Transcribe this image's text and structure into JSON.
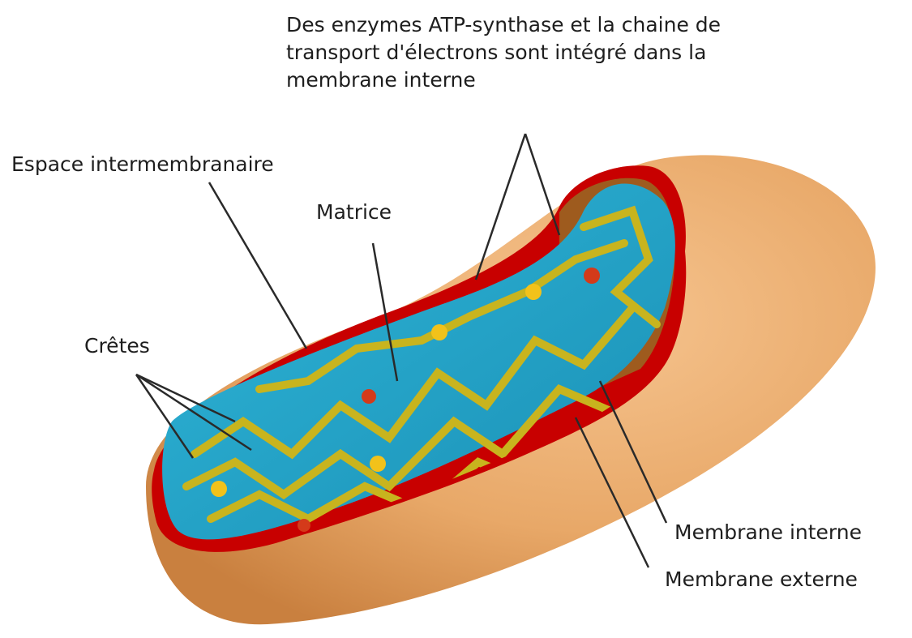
{
  "labels": {
    "atp": "Des enzymes ATP-synthase et la chaine de transport d'électrons sont intégré dans la membrane interne",
    "espace": "Espace intermembranaire",
    "matrice": "Matrice",
    "cretes": "Crêtes",
    "membrane_interne": "Membrane interne",
    "membrane_externe": "Membrane externe"
  },
  "colors": {
    "outer_membrane": "#E8A868",
    "intermembrane_space": "#C80000",
    "matrix": "#1FA3C8",
    "cristae": "#C8B41E",
    "granules": "#F2C21A",
    "ribosomes": "#D43A1A"
  }
}
